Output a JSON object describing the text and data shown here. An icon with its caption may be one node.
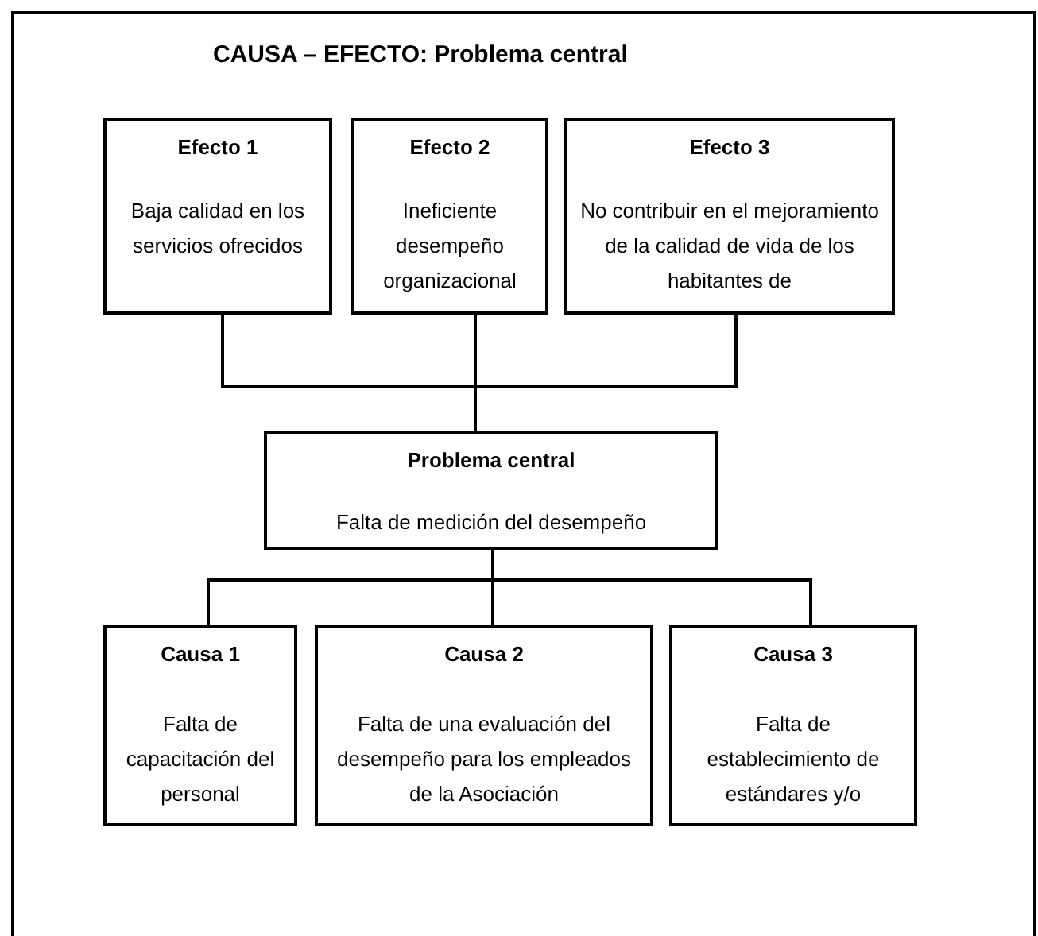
{
  "diagram": {
    "title": "CAUSA – EFECTO: Problema central",
    "nodes": [
      {
        "text": [
          "Efecto 1",
          "Baja calidad en los servicios ofrecidos"
        ]
      },
      {
        "text": [
          "Efecto 2",
          "Ineficiente desempeño organizacional"
        ]
      },
      {
        "text": [
          "Efecto 3",
          "No contribuir en el mejoramiento de la calidad de vida de los habitantes de"
        ]
      },
      {
        "text": [
          "Problema central",
          "Falta de medición del desempeño"
        ]
      },
      {
        "text": [
          "Causa 1",
          "Falta de capacitación del personal"
        ]
      },
      {
        "text": [
          "Causa 2",
          "Falta de una evaluación del desempeño para los empleados de la Asociación"
        ]
      },
      {
        "text": [
          "Causa 3",
          "Falta de establecimiento de estándares y/o"
        ]
      }
    ],
    "edges": [
      {
        "from": 0,
        "to": 3,
        "arrow": "none"
      },
      {
        "from": 1,
        "to": 3,
        "arrow": "none"
      },
      {
        "from": 2,
        "to": 3,
        "arrow": "none"
      },
      {
        "from": 3,
        "to": 4,
        "arrow": "none"
      },
      {
        "from": 3,
        "to": 5,
        "arrow": "none"
      },
      {
        "from": 3,
        "to": 6,
        "arrow": "none"
      }
    ]
  }
}
